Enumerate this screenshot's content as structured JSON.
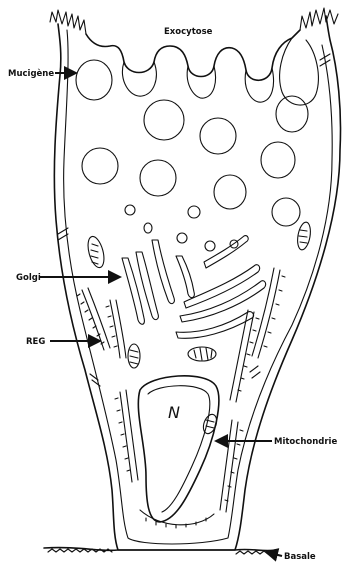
{
  "labels": {
    "exocytose": "Exocytose",
    "mucigene": "Mucigène",
    "golgi": "Golgi",
    "reg": "REG",
    "mitochondrie": "Mitochondrie",
    "basale": "Basale",
    "nucleus": "N"
  },
  "colors": {
    "ink": "#111111",
    "background": "#ffffff"
  }
}
